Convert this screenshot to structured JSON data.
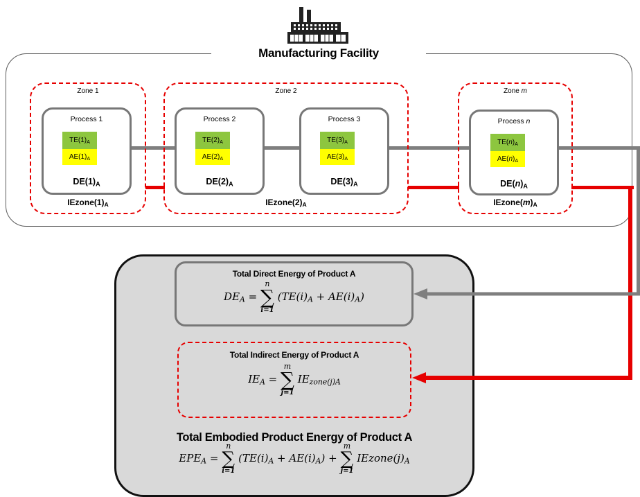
{
  "facility": {
    "title": "Manufacturing Facility"
  },
  "zones": [
    {
      "label": "Zone 1",
      "ie_label": "IEzone(1)",
      "ie_sub": "A"
    },
    {
      "label": "Zone 2",
      "ie_label": "IEzone(2)",
      "ie_sub": "A"
    },
    {
      "label_prefix": "Zone ",
      "label_var": "m",
      "ie_prefix": "IEzone(",
      "ie_var": "m",
      "ie_suffix": ")",
      "ie_sub": "A"
    }
  ],
  "processes": [
    {
      "label": "Process 1",
      "te": "TE(1)",
      "ae": "AE(1)",
      "de": "DE(1)",
      "sub": "A"
    },
    {
      "label": "Process 2",
      "te": "TE(2)",
      "ae": "AE(2)",
      "de": "DE(2)",
      "sub": "A"
    },
    {
      "label": "Process 3",
      "te": "TE(3)",
      "ae": "AE(3)",
      "de": "DE(3)",
      "sub": "A"
    },
    {
      "label_prefix": "Process ",
      "label_var": "n",
      "te_prefix": "TE(",
      "te_var": "n",
      "te_suffix": ")",
      "ae_prefix": "AE(",
      "ae_var": "n",
      "ae_suffix": ")",
      "de_prefix": "DE(",
      "de_var": "n",
      "de_suffix": ")",
      "sub": "A"
    }
  ],
  "direct": {
    "title": "Total Direct Energy of Product A",
    "lhs": "DE",
    "sub": "A",
    "upper": "n",
    "lower": "i=1",
    "body": "(TE(i)",
    "body2": " + AE(i)",
    "body3": ")"
  },
  "indirect": {
    "title": "Total Indirect Energy of Product A",
    "lhs": "IE",
    "sub": "A",
    "upper": "m",
    "lower": "j=1",
    "body": "IE",
    "body_sub": "zone(j)A"
  },
  "embodied": {
    "title": "Total Embodied Product Energy of Product A",
    "lhs": "EPE",
    "sub": "A",
    "upper1": "n",
    "lower1": "i=1",
    "body1": "(TE(i)",
    "body1b": " + AE(i)",
    "body1c": ") + ",
    "upper2": "m",
    "lower2": "j=1",
    "body2": "IEzone(j)"
  },
  "sigma": "∑",
  "colors": {
    "gray_line": "#7f7f7f",
    "red_line": "#e60000",
    "te_fill": "#8dc63f",
    "ae_fill": "#ffff00",
    "total_fill": "#d9d9d9"
  },
  "icons": [
    "factory-icon"
  ]
}
